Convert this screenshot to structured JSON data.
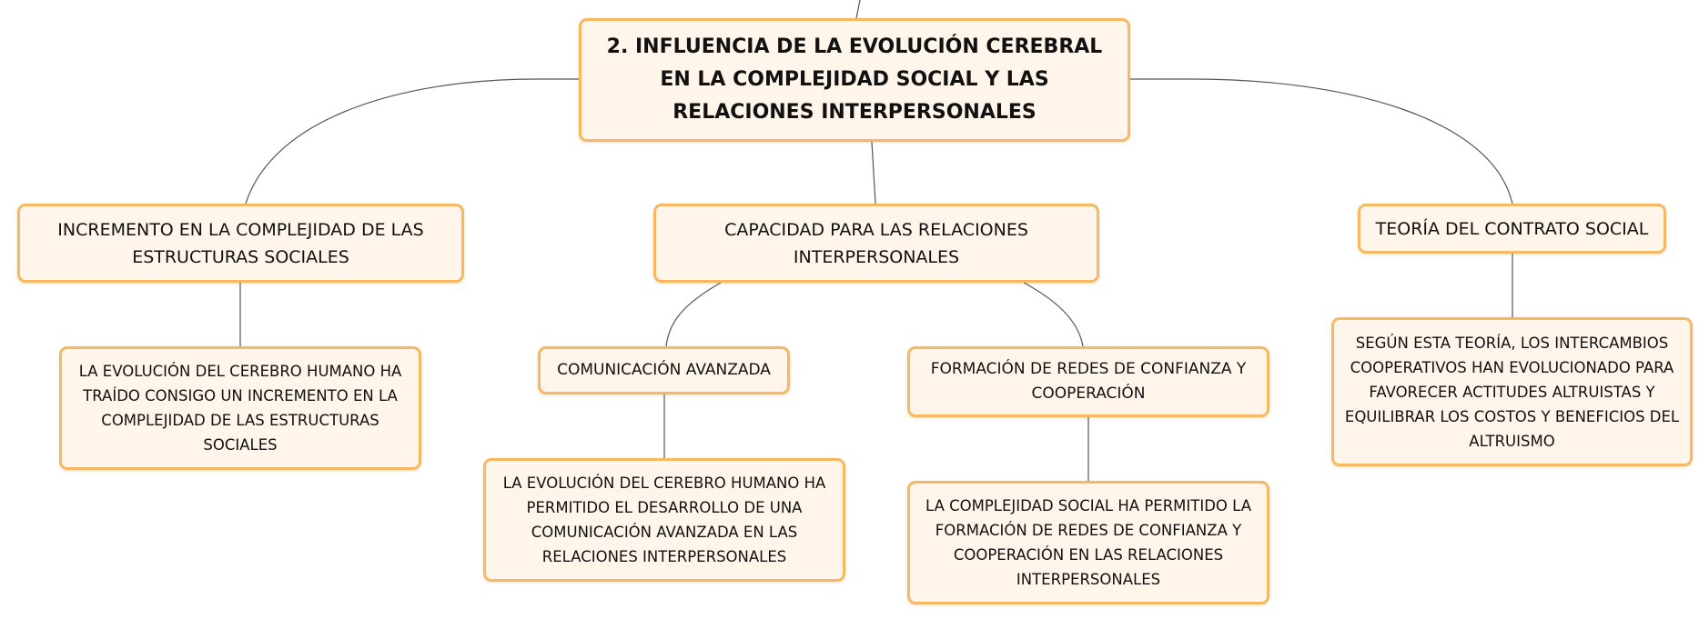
{
  "mindmap": {
    "root": {
      "label": "2. INFLUENCIA DE LA EVOLUCIÓN CEREBRAL EN LA COMPLEJIDAD SOCIAL Y LAS RELACIONES INTERPERSONALES"
    },
    "branches": [
      {
        "label": "INCREMENTO EN LA COMPLEJIDAD DE LAS ESTRUCTURAS SOCIALES",
        "detail": "LA EVOLUCIÓN DEL CEREBRO HUMANO HA TRAÍDO CONSIGO UN INCREMENTO EN LA COMPLEJIDAD DE LAS ESTRUCTURAS SOCIALES"
      },
      {
        "label": "CAPACIDAD PARA LAS RELACIONES INTERPERSONALES",
        "children": [
          {
            "label": "COMUNICACIÓN AVANZADA",
            "detail": "LA EVOLUCIÓN DEL CEREBRO HUMANO HA PERMITIDO EL DESARROLLO DE UNA COMUNICACIÓN AVANZADA EN LAS RELACIONES INTERPERSONALES"
          },
          {
            "label": "FORMACIÓN DE REDES DE CONFIANZA Y COOPERACIÓN",
            "detail": "LA COMPLEJIDAD SOCIAL HA PERMITIDO LA FORMACIÓN DE REDES DE CONFIANZA Y COOPERACIÓN EN LAS RELACIONES INTERPERSONALES"
          }
        ]
      },
      {
        "label": "TEORÍA DEL CONTRATO SOCIAL",
        "detail": "SEGÚN ESTA TEORÍA, LOS INTERCAMBIOS COOPERATIVOS HAN EVOLUCIONADO PARA FAVORECER ACTITUDES ALTRUISTAS Y EQUILIBRAR LOS COSTOS Y BENEFICIOS DEL ALTRUISMO"
      }
    ]
  },
  "colors": {
    "node_border": "#f7b862",
    "node_fill": "#fff5ea",
    "connector": "#555555",
    "text": "#111111"
  }
}
